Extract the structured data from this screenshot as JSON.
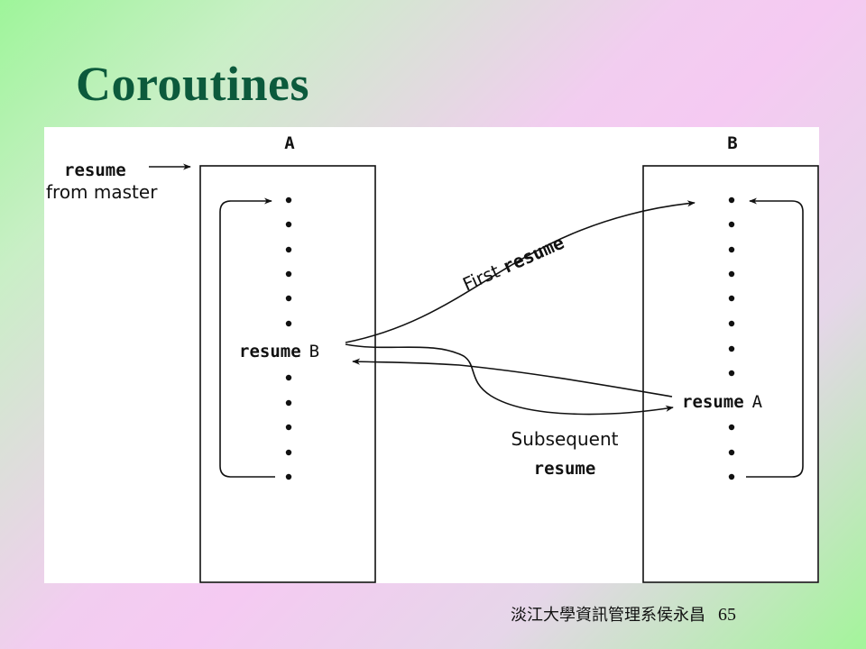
{
  "slide": {
    "title": "Coroutines",
    "footer_text": "淡江大學資訊管理系侯永昌",
    "page_number": "65"
  },
  "diagram": {
    "box_a_label": "A",
    "box_b_label": "B",
    "entry_resume": "resume",
    "entry_from_master": "from master",
    "resume_b_keyword": "resume",
    "resume_b_target": "B",
    "resume_a_keyword": "resume",
    "resume_a_target": "A",
    "first_resume_word": "First",
    "first_resume_keyword": "resume",
    "subsequent_word": "Subsequent",
    "subsequent_keyword": "resume"
  }
}
